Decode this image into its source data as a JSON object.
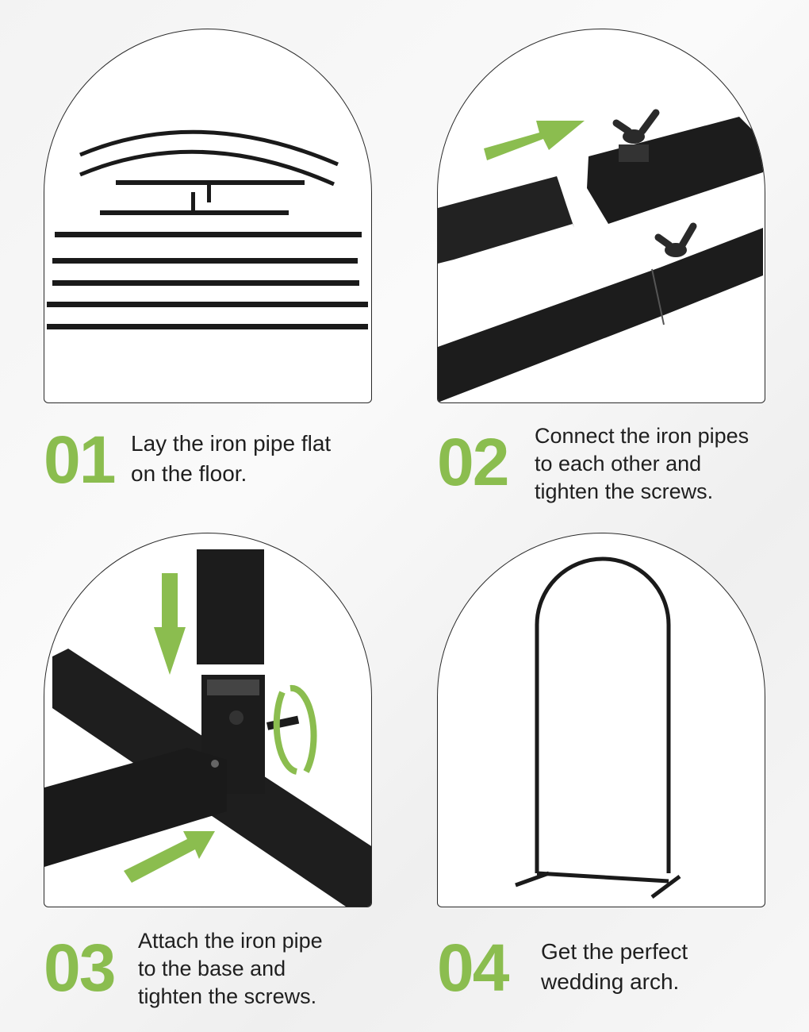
{
  "steps": [
    {
      "number": "01",
      "lines": [
        "Lay the iron pipe flat",
        "on the floor."
      ]
    },
    {
      "number": "02",
      "lines": [
        "Connect the iron pipes",
        "to each other and",
        "tighten the screws."
      ]
    },
    {
      "number": "03",
      "lines": [
        "Attach the iron pipe",
        "to the base and",
        "tighten the screws."
      ]
    },
    {
      "number": "04",
      "lines": [
        "Get the perfect",
        "wedding arch."
      ]
    }
  ],
  "colors": {
    "accent": "#8bbd4f",
    "pipe": "#1a1a1a",
    "text": "#1f1f1f"
  }
}
